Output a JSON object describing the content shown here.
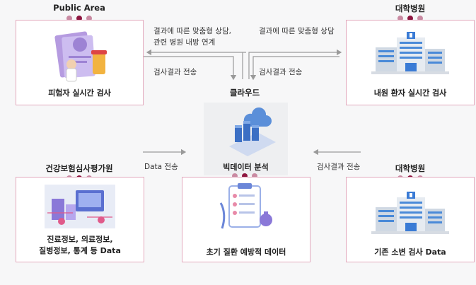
{
  "nodes": {
    "public_area": {
      "header": "Public Area",
      "label": "피험자 실시간 검사"
    },
    "hospital_top": {
      "header": "대학병원",
      "label": "내원 환자 실시간 검사"
    },
    "cloud": {
      "header": "클라우드",
      "label": "빅데이터 분석"
    },
    "hira": {
      "header": "건강보험심사평가원",
      "label_line1": "진료정보, 의료정보,",
      "label_line2": "질병정보, 통계 등 Data"
    },
    "prevention": {
      "label": "초기 질환 예방적 데이터"
    },
    "hospital_bottom": {
      "header": "대학병원",
      "label": "기존 소변 검사 Data"
    }
  },
  "flows": {
    "left_top_line1": "결과에 따른 맞춤형 상담,",
    "left_top_line2": "관련 병원 내방 연계",
    "right_top": "결과에 따른 맞춤형 상담",
    "left_result": "검사결과 전송",
    "right_result": "검사결과 전송",
    "data_transfer": "Data 전송",
    "bottom_result": "검사결과 전송"
  },
  "colors": {
    "accent_dark": "#8e1640",
    "accent_light": "#c98aa2",
    "border": "#e3a9bd"
  }
}
